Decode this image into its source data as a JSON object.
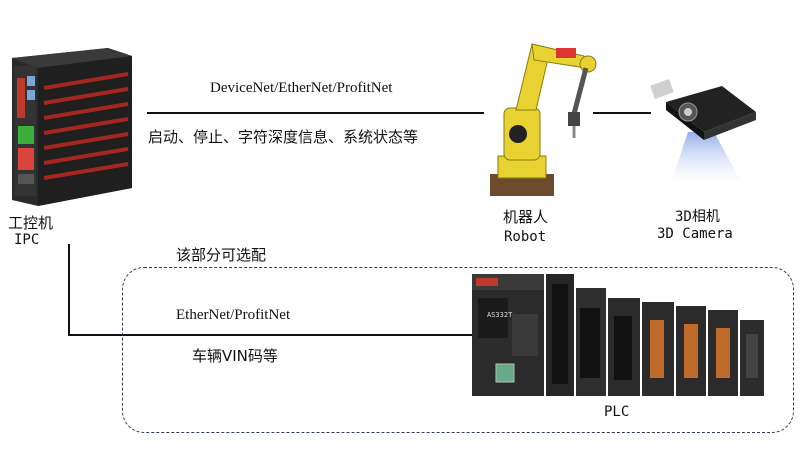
{
  "ipc": {
    "name_cn": "工控机",
    "name_en": "IPC"
  },
  "robot": {
    "name_cn": "机器人",
    "name_en": "Robot"
  },
  "camera": {
    "name_cn": "3D相机",
    "name_en": "3D Camera"
  },
  "plc": {
    "name": "PLC",
    "model": "AS332T"
  },
  "link_robot": {
    "protocol": "DeviceNet/EtherNet/ProfitNet",
    "content": "启动、停止、字符深度信息、系统状态等"
  },
  "link_plc": {
    "protocol": "EtherNet/ProfitNet",
    "content": "车辆VIN码等"
  },
  "optional_note": "该部分可选配",
  "colors": {
    "robot_yellow": "#e8d232",
    "ipc_body": "#2a2a2a",
    "ipc_red": "#a3271f",
    "plc_body": "#2b2b2b",
    "line": "#111111",
    "dash": "#2e3d52"
  }
}
